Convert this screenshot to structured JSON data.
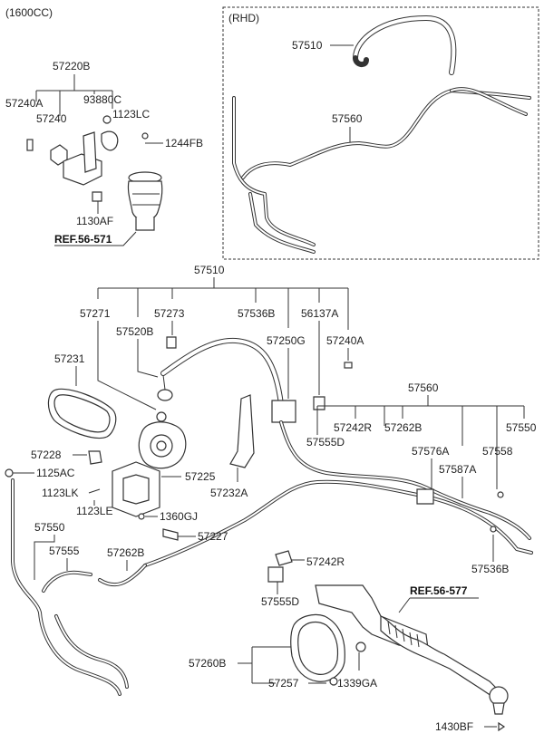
{
  "header": {
    "variant": "(1600CC)",
    "rhd": "(RHD)"
  },
  "parts": {
    "p57220B": "57220B",
    "p57240A_top": "57240A",
    "p57240": "57240",
    "p93880C": "93880C",
    "p1123LC": "1123LC",
    "p1244FB": "1244FB",
    "p1130AF": "1130AF",
    "ref56571": "REF.56-571",
    "p57510_rhd": "57510",
    "p57560_rhd": "57560",
    "p57510": "57510",
    "p57271": "57271",
    "p57520B": "57520B",
    "p57273": "57273",
    "p57536B_top": "57536B",
    "p56137A": "56137A",
    "p57250G": "57250G",
    "p57240A": "57240A",
    "p57231": "57231",
    "p57560": "57560",
    "p57242R_top": "57242R",
    "p57262B_top": "57262B",
    "p57550_right": "57550",
    "p57555D_top": "57555D",
    "p57576A": "57576A",
    "p57558": "57558",
    "p57587A": "57587A",
    "p57228": "57228",
    "p1125AC": "1125AC",
    "p57225": "57225",
    "p57232A": "57232A",
    "p1123LK": "1123LK",
    "p1360GJ": "1360GJ",
    "p1123LE": "1123LE",
    "p57227": "57227",
    "p57550_left": "57550",
    "p57555": "57555",
    "p57262B": "57262B",
    "p57242R": "57242R",
    "p57536B": "57536B",
    "p57555D": "57555D",
    "ref56577": "REF.56-577",
    "p57260B": "57260B",
    "p57257": "57257",
    "p1339GA": "1339GA",
    "p1430BF": "1430BF"
  }
}
